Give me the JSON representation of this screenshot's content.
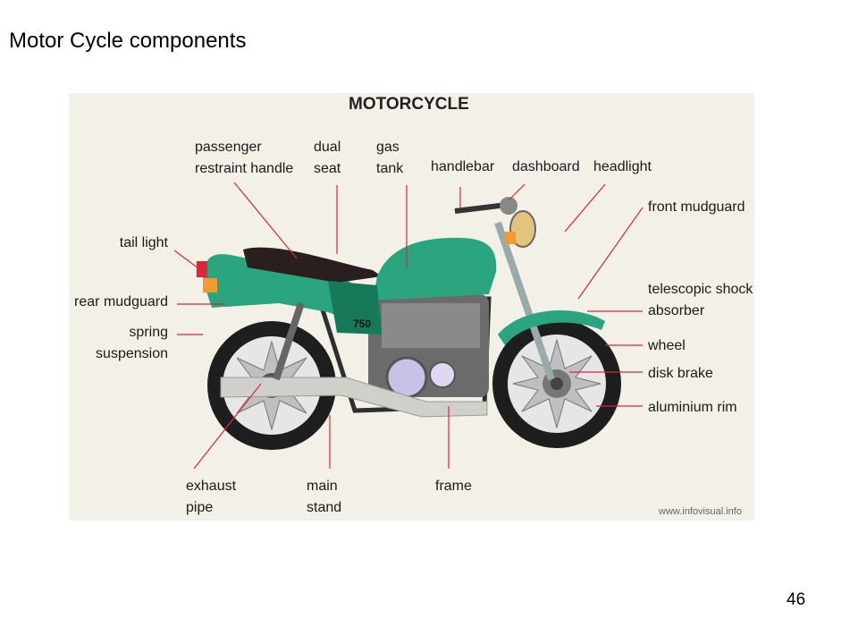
{
  "slide": {
    "title": "Motor Cycle components",
    "page_number": "46"
  },
  "diagram": {
    "title": "MOTORCYCLE",
    "watermark": "www.infovisual.info",
    "engine_number": "750",
    "colors": {
      "body": "#2aa57f",
      "body_dark": "#167a5a",
      "seat": "#2a1f1e",
      "leader": "#d8283a",
      "tire": "#1e1e1e",
      "background": "#f3f1e7"
    },
    "labels": {
      "passenger_restraint_handle": [
        "passenger",
        "restraint handle"
      ],
      "dual_seat": [
        "dual",
        "seat"
      ],
      "gas_tank": [
        "gas",
        "tank"
      ],
      "handlebar": [
        "handlebar"
      ],
      "dashboard": [
        "dashboard"
      ],
      "headlight": [
        "headlight"
      ],
      "front_mudguard": [
        "front mudguard"
      ],
      "tail_light": [
        "tail light"
      ],
      "rear_mudguard": [
        "rear mudguard"
      ],
      "spring_suspension": [
        "spring",
        "suspension"
      ],
      "telescopic_shock_absorber": [
        "telescopic shock",
        "absorber"
      ],
      "wheel": [
        "wheel"
      ],
      "disk_brake": [
        "disk brake"
      ],
      "aluminium_rim": [
        "aluminium rim"
      ],
      "exhaust_pipe": [
        "exhaust",
        "pipe"
      ],
      "main_stand": [
        "main",
        "stand"
      ],
      "frame": [
        "frame"
      ]
    }
  }
}
